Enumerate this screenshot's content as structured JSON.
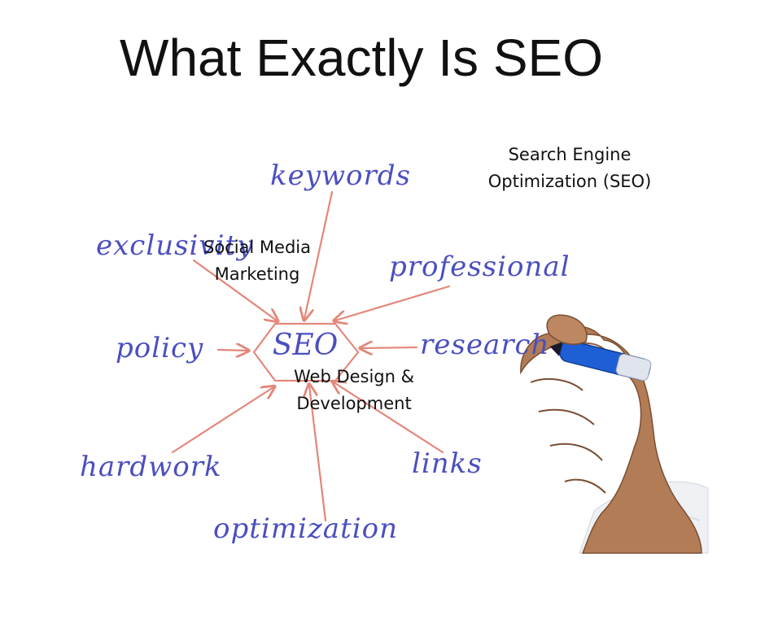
{
  "title": "What Exactly Is SEO",
  "center": {
    "label": "SEO"
  },
  "keywords": {
    "keywords": "keywords",
    "exclusivity": "exclusivity",
    "professional": "professional",
    "policy": "policy",
    "research": "research",
    "hardwork": "hardwork",
    "links": "links",
    "optimization": "optimization"
  },
  "annotations": {
    "seo_line1": "Search Engine",
    "seo_line2": "Optimization (SEO)",
    "social_line1": "Social Media",
    "social_line2": "Marketing",
    "web_line1": "Web Design &",
    "web_line2": "Development"
  },
  "colors": {
    "handwriting": "#4b4fbf",
    "arrows": "#e3877a",
    "marker": "#1f5fd6"
  }
}
